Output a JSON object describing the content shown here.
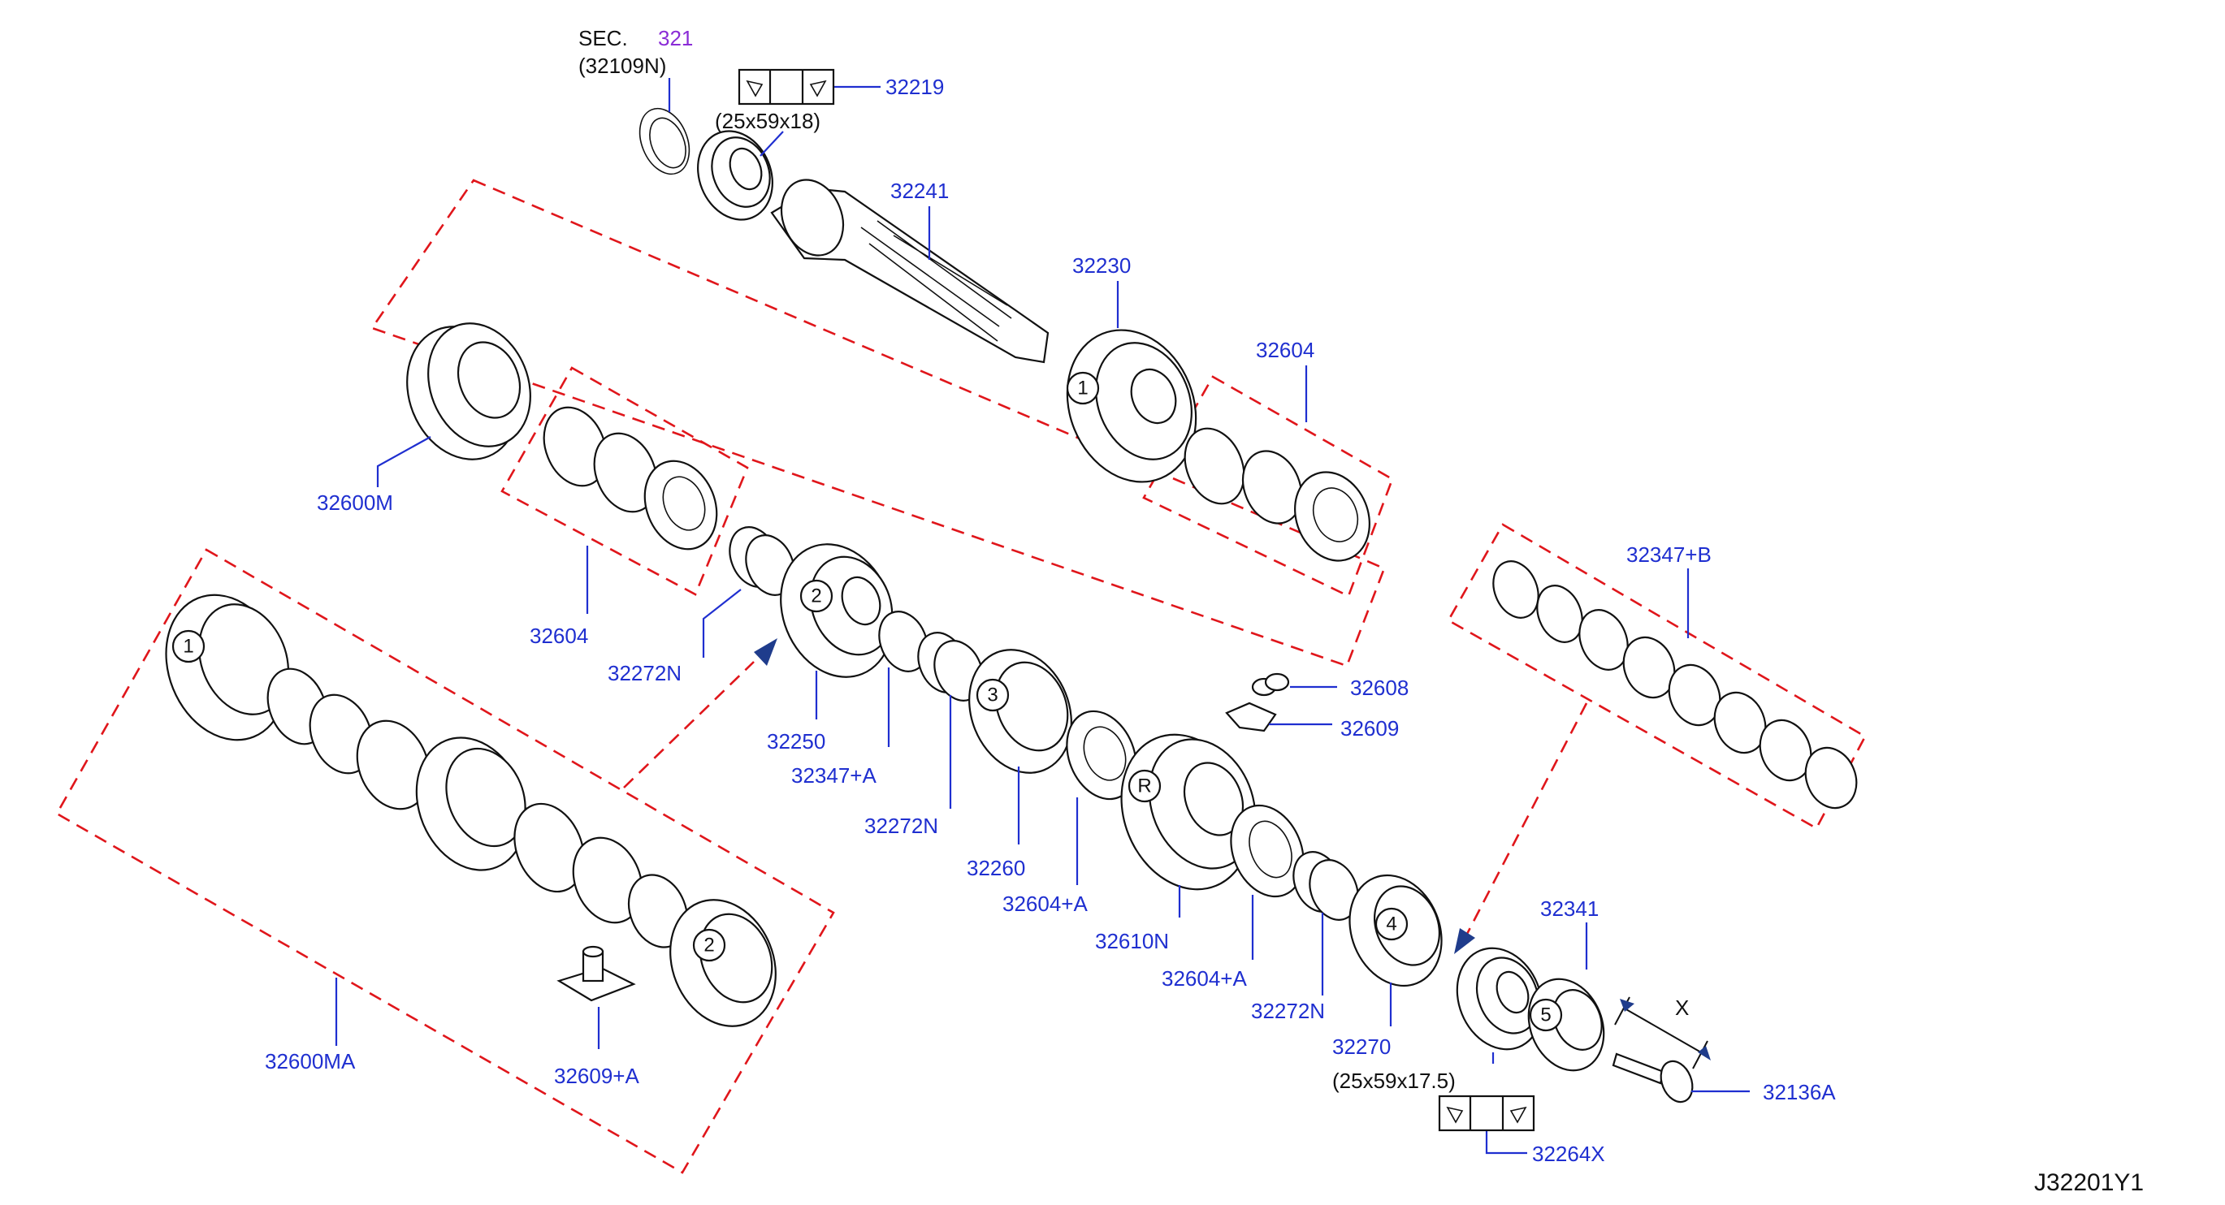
{
  "diagram": {
    "diagram_id": "J32201Y1",
    "colors": {
      "label": "#1f2fd0",
      "group_outline": "#e0161b",
      "parts": "#111111",
      "sec_ref": "#8a2bd6"
    },
    "section_ref": {
      "prefix": "SEC.",
      "number": "321",
      "sub": "(32109N)"
    },
    "bearing_sizes": {
      "front": "(25x59x18)",
      "rear": "(25x59x17.5)"
    },
    "dimension_label": "X",
    "gear_markers": [
      "1",
      "2",
      "3",
      "R",
      "4",
      "5",
      "1",
      "2"
    ],
    "parts": {
      "p32219": "32219",
      "p32241": "32241",
      "p32230": "32230",
      "p32604_top": "32604",
      "p32600M": "32600M",
      "p32604_mid": "32604",
      "p32272N_a": "32272N",
      "p32250": "32250",
      "p32347A": "32347+A",
      "p32272N_b": "32272N",
      "p32260": "32260",
      "p32604A_a": "32604+A",
      "p32608": "32608",
      "p32609": "32609",
      "p32610N": "32610N",
      "p32604A_b": "32604+A",
      "p32272N_c": "32272N",
      "p32270": "32270",
      "p32347B": "32347+B",
      "p32341": "32341",
      "p32136A": "32136A",
      "p32264X": "32264X",
      "p32600MA": "32600MA",
      "p32609A": "32609+A"
    }
  }
}
